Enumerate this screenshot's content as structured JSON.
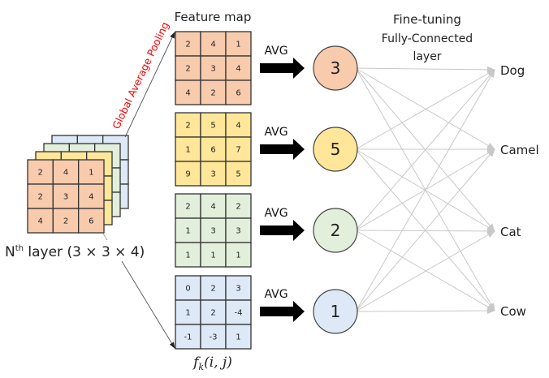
{
  "title": "Global Average Pooling with Fine-tuning Fully-Connected layer",
  "pooling_label": "Global Average Pooling",
  "feature_map_title": "Feature map",
  "layer_label": {
    "prefix": "N",
    "superscript": "th",
    "suffix": " layer (3 × 3 × 4)"
  },
  "function_label": "f_k(i, j)",
  "function_label_parts": {
    "f": "f",
    "sub": "k",
    "args": "(i, j)"
  },
  "fc_title": [
    "Fine-tuning",
    "Fully-Connected",
    "layer"
  ],
  "avg_label": "AVG",
  "colors": {
    "orange": "#f8cbad",
    "yellow": "#ffe699",
    "green": "#e2efda",
    "blue": "#dde9f6",
    "pooling_text": "#ff0000",
    "connection": "#c8c8c8",
    "grid_stroke": "#333333"
  },
  "feature_maps": [
    {
      "color": "orange",
      "values": [
        [
          2,
          4,
          1
        ],
        [
          2,
          3,
          4
        ],
        [
          4,
          2,
          6
        ]
      ],
      "avg": "3"
    },
    {
      "color": "yellow",
      "values": [
        [
          2,
          5,
          4
        ],
        [
          1,
          6,
          7
        ],
        [
          9,
          3,
          5
        ]
      ],
      "avg": "5"
    },
    {
      "color": "green",
      "values": [
        [
          2,
          4,
          2
        ],
        [
          1,
          3,
          3
        ],
        [
          1,
          1,
          1
        ]
      ],
      "avg": "2"
    },
    {
      "color": "blue",
      "values": [
        [
          0,
          2,
          3
        ],
        [
          1,
          2,
          -4
        ],
        [
          -1,
          -3,
          1
        ]
      ],
      "avg": "1"
    }
  ],
  "stack_front_values": [
    [
      2,
      4,
      1
    ],
    [
      2,
      3,
      4
    ],
    [
      4,
      2,
      6
    ]
  ],
  "outputs": [
    "Dog",
    "Camel",
    "Cat",
    "Cow"
  ]
}
